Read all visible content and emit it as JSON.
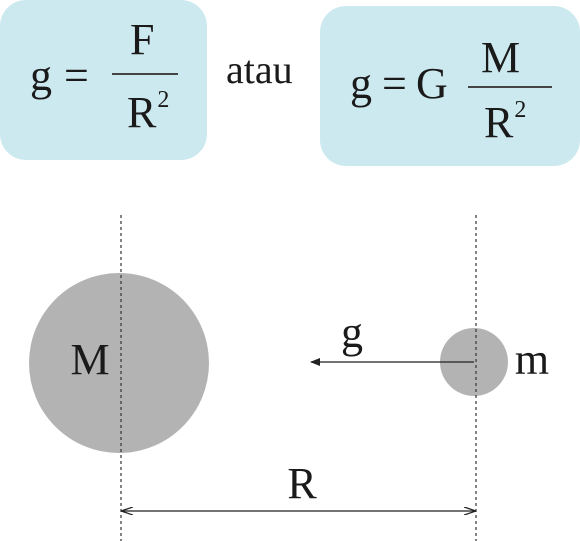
{
  "formula_left": {
    "lhs": "g",
    "equals": "=",
    "numerator": "F",
    "denominator": "R",
    "exponent": "2"
  },
  "connector": "atau",
  "formula_right": {
    "lhs": "g",
    "equals": "=",
    "constant": "G",
    "numerator": "M",
    "denominator": "R",
    "exponent": "2"
  },
  "diagram": {
    "large_mass_label": "M",
    "small_mass_label": "m",
    "field_label": "g",
    "distance_label": "R"
  },
  "colors": {
    "box_fill": "#cde9f0",
    "mass_fill": "#b3b3b3",
    "line": "#222222"
  }
}
